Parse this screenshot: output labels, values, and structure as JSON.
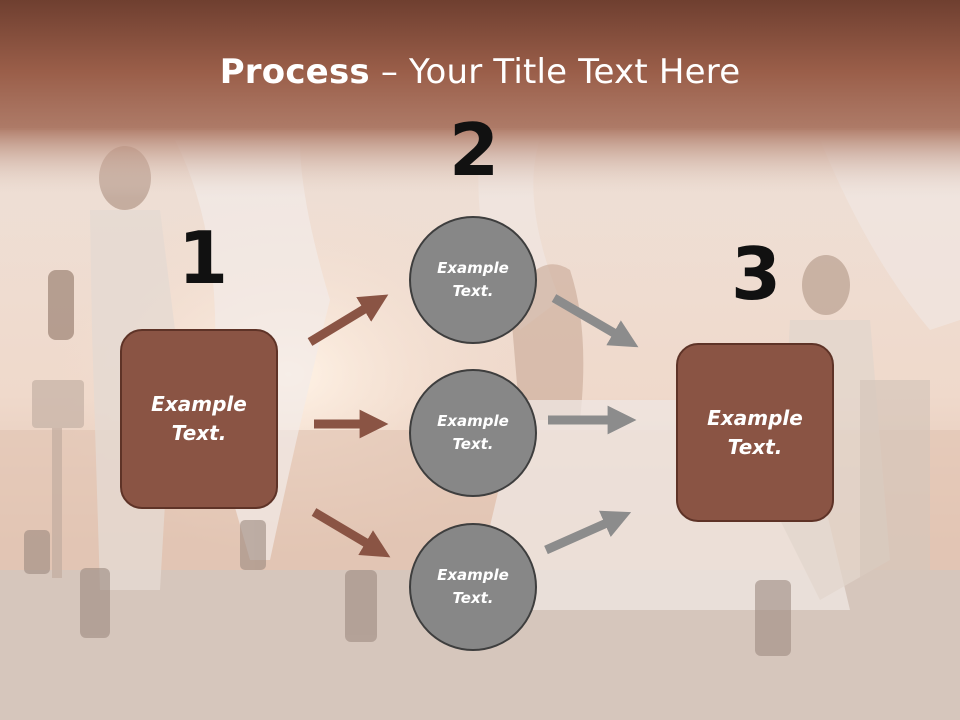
{
  "title": {
    "bold": "Process",
    "rest": " – Your Title Text Here"
  },
  "steps": {
    "one": {
      "number": "1",
      "text_line1": "Example",
      "text_line2": "Text."
    },
    "two": {
      "number": "2"
    },
    "three": {
      "number": "3",
      "text_line1": "Example",
      "text_line2": "Text."
    }
  },
  "circles": [
    {
      "line1": "Example",
      "line2": "Text."
    },
    {
      "line1": "Example",
      "line2": "Text."
    },
    {
      "line1": "Example",
      "line2": "Text."
    }
  ],
  "colors": {
    "header": "#7e4a3a",
    "box_fill": "#8a5444",
    "circle_fill": "#878787",
    "arrow_brown": "#8a5444",
    "arrow_gray": "#8c8c8c"
  }
}
